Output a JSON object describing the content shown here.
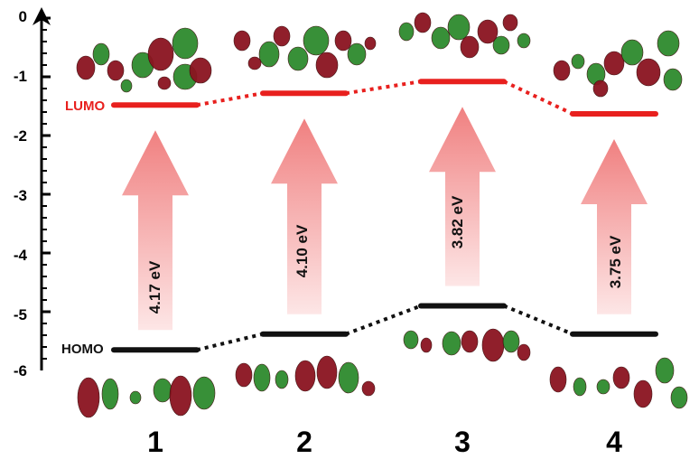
{
  "y_axis": {
    "ticks": [
      "0",
      "-1",
      "-2",
      "-3",
      "-4",
      "-5",
      "-6"
    ],
    "range": [
      -6,
      0
    ]
  },
  "level_labels": {
    "lumo": "LUMO",
    "homo": "HOMO"
  },
  "colors": {
    "lumo": "#e8201e",
    "homo": "#111111",
    "arrow_top": "#f08080",
    "arrow_bottom": "#fde6e6",
    "lobe_red": "#8b1420",
    "lobe_green": "#2e8b2e"
  },
  "compounds": [
    {
      "label": "1",
      "lumo": -1.48,
      "homo": -5.65,
      "gap": "4.17 eV"
    },
    {
      "label": "2",
      "lumo": -1.28,
      "homo": -5.38,
      "gap": "4.10 eV"
    },
    {
      "label": "3",
      "lumo": -1.08,
      "homo": -4.9,
      "gap": "3.82 eV"
    },
    {
      "label": "4",
      "lumo": -1.63,
      "homo": -5.38,
      "gap": "3.75 eV"
    }
  ]
}
